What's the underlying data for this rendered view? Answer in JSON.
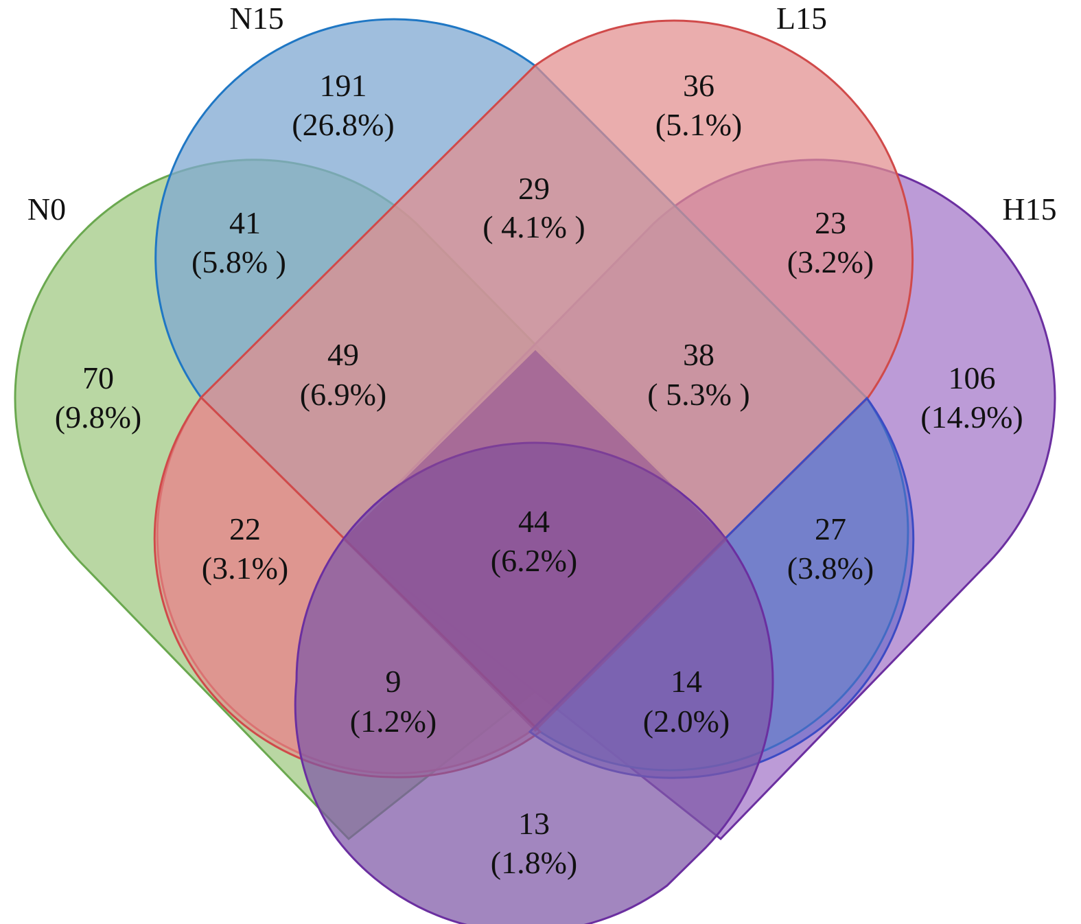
{
  "sets": [
    {
      "id": "N0",
      "label": "N0",
      "fill": "#b9d7a3",
      "stroke": "#6aa84f"
    },
    {
      "id": "N15",
      "label": "N15",
      "fill": "#7fa8d2",
      "stroke": "#1f77c4"
    },
    {
      "id": "L15",
      "label": "L15",
      "fill": "#e28d8d",
      "stroke": "#d04a4a"
    },
    {
      "id": "H15",
      "label": "H15",
      "fill": "#a57ac9",
      "stroke": "#6b2fa0"
    }
  ],
  "regions": [
    {
      "id": "n15-only",
      "count": "191",
      "pct": "(26.8%)"
    },
    {
      "id": "l15-only",
      "count": "36",
      "pct": "(5.1%)"
    },
    {
      "id": "n15-l15",
      "count": "29",
      "pct": "( 4.1% )"
    },
    {
      "id": "n0-n15",
      "count": "41",
      "pct": "(5.8% )"
    },
    {
      "id": "l15-h15",
      "count": "23",
      "pct": "(3.2%)"
    },
    {
      "id": "n0-only",
      "count": "70",
      "pct": "(9.8%)"
    },
    {
      "id": "n0-n15-l15",
      "count": "49",
      "pct": "(6.9%)"
    },
    {
      "id": "n15-l15-h15",
      "count": "38",
      "pct": "( 5.3% )"
    },
    {
      "id": "h15-only",
      "count": "106",
      "pct": "(14.9%)"
    },
    {
      "id": "n0-l15",
      "count": "22",
      "pct": "(3.1%)"
    },
    {
      "id": "all-four",
      "count": "44",
      "pct": "(6.2%)"
    },
    {
      "id": "n15-h15",
      "count": "27",
      "pct": "(3.8%)"
    },
    {
      "id": "n0-l15-h15",
      "count": "9",
      "pct": "(1.2%)"
    },
    {
      "id": "n0-n15-h15",
      "count": "14",
      "pct": "(2.0%)"
    },
    {
      "id": "n0-h15",
      "count": "13",
      "pct": "(1.8%)"
    }
  ]
}
